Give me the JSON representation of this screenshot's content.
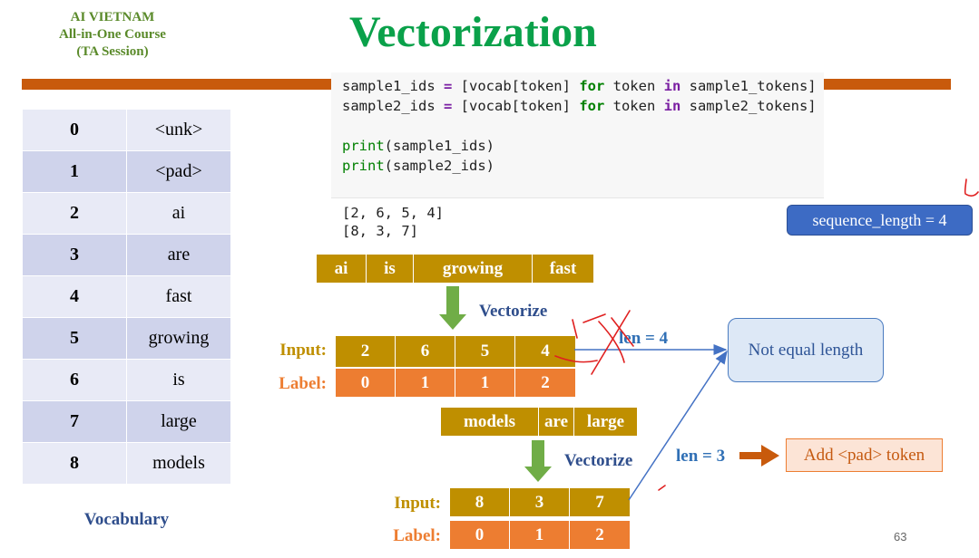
{
  "header": {
    "org_line1": "AI VIETNAM",
    "org_line2": "All-in-One Course",
    "org_line3": "(TA Session)",
    "title": "Vectorization"
  },
  "code": {
    "line1": {
      "a": "sample1_ids ",
      "eq": "=",
      "b": " [vocab[token] ",
      "for": "for",
      "c": " token ",
      "in": "in",
      "d": " sample1_tokens]"
    },
    "line2": {
      "a": "sample2_ids ",
      "eq": "=",
      "b": " [vocab[token] ",
      "for": "for",
      "c": " token ",
      "in": "in",
      "d": " sample2_tokens]"
    },
    "line3": {
      "fn": "print",
      "arg": "(sample1_ids)"
    },
    "line4": {
      "fn": "print",
      "arg": "(sample2_ids)"
    },
    "output": [
      "[2, 6, 5, 4]",
      "[8, 3, 7]"
    ]
  },
  "vocabulary": {
    "label": "Vocabulary",
    "rows": [
      {
        "id": "0",
        "token": "<unk>"
      },
      {
        "id": "1",
        "token": "<pad>"
      },
      {
        "id": "2",
        "token": "ai"
      },
      {
        "id": "3",
        "token": "are"
      },
      {
        "id": "4",
        "token": "fast"
      },
      {
        "id": "5",
        "token": "growing"
      },
      {
        "id": "6",
        "token": "is"
      },
      {
        "id": "7",
        "token": "large"
      },
      {
        "id": "8",
        "token": "models"
      }
    ]
  },
  "sample1": {
    "tokens": [
      "ai",
      "is",
      "growing",
      "fast"
    ],
    "vectorize": "Vectorize",
    "input_label": "Input:",
    "label_label": "Label:",
    "inputs": [
      "2",
      "6",
      "5",
      "4"
    ],
    "labels": [
      "0",
      "1",
      "1",
      "2"
    ],
    "len": "len = 4"
  },
  "sample2": {
    "tokens": [
      "models",
      "are",
      "large"
    ],
    "vectorize": "Vectorize",
    "input_label": "Input:",
    "label_label": "Label:",
    "inputs": [
      "8",
      "3",
      "7"
    ],
    "labels": [
      "0",
      "1",
      "2"
    ],
    "len": "len = 3"
  },
  "callouts": {
    "not_equal": "Not equal length",
    "sequence_length": "sequence_length = 4",
    "add_pad": "Add <pad> token"
  },
  "page_number": "63",
  "colors": {
    "title_green": "#0aa14a",
    "bar_orange": "#c85a0c",
    "gold": "#bf8f00",
    "orange": "#ed7d31",
    "arrow_green": "#70ad47",
    "ink_red": "#e02020"
  }
}
